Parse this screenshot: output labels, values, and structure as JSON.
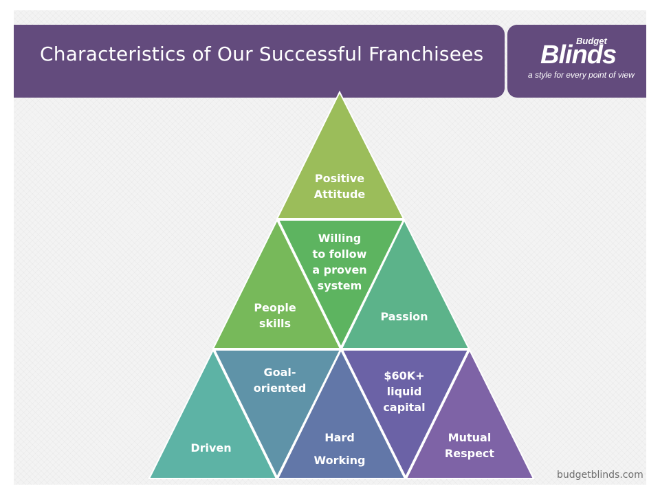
{
  "header": {
    "title": "Characteristics of Our Successful Franchisees"
  },
  "logo": {
    "small": "Budget",
    "big": "Blinds",
    "tagline": "a style for every point of view"
  },
  "pyramid": {
    "top": "Positive\nAttitude",
    "people_skills": "People\nskills",
    "willing": "Willing\nto follow\na proven\nsystem",
    "passion": "Passion",
    "driven": "Driven",
    "goal_oriented": "Goal-\noriented",
    "hard_working": "Hard\nWorking",
    "capital": "$60K+\nliquid\ncapital",
    "mutual_respect": "Mutual\nRespect"
  },
  "colors": {
    "header": "#634b7d",
    "top": "#9bbd5a",
    "people_skills": "#77b95a",
    "willing": "#5db460",
    "passion": "#5cb38a",
    "driven": "#5db3a5",
    "goal_oriented": "#5f93a8",
    "hard_working": "#6277a8",
    "capital": "#6b62a6",
    "mutual_respect": "#7e63a6"
  },
  "footer": {
    "url": "budgetblinds.com"
  }
}
